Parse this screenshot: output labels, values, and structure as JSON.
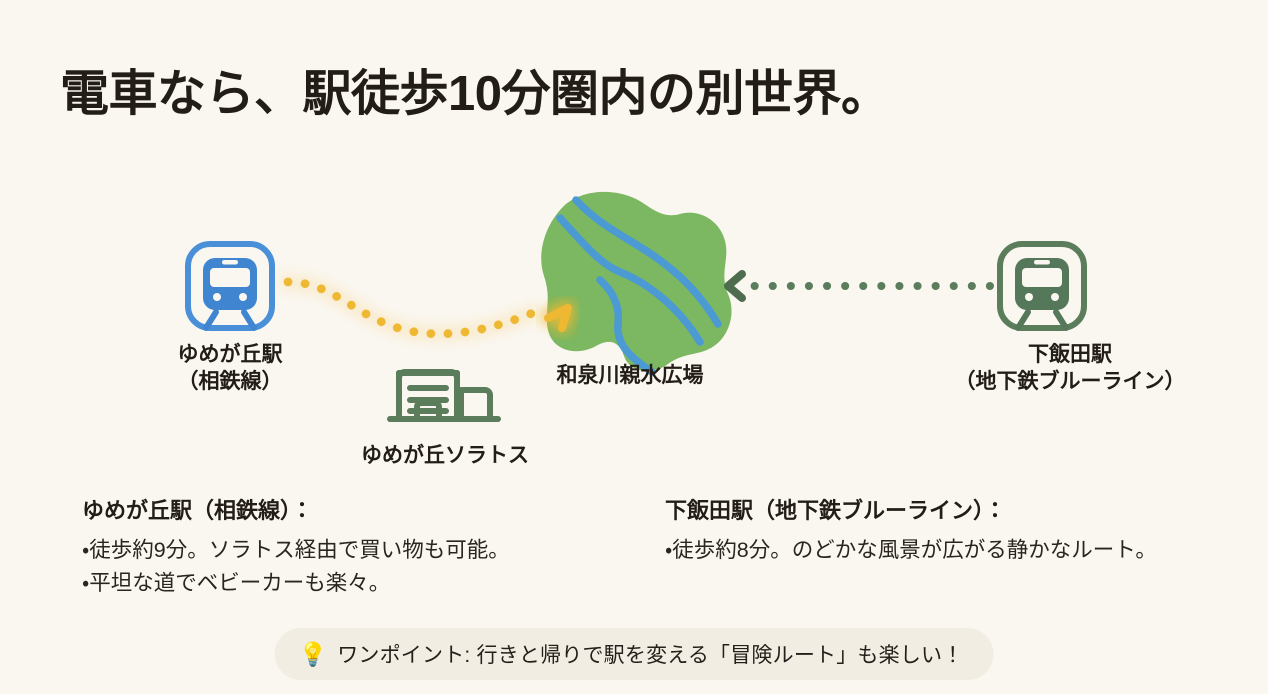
{
  "title": "電車なら、駅徒歩10分圏内の別世界。",
  "colors": {
    "background": "#faf7f1",
    "text": "#231d17",
    "station_blue": "#4a90d9",
    "station_green": "#5b7d5b",
    "park_green": "#7cb761",
    "river_blue": "#4b9ad4",
    "walk_path_yellow": "#f0b429",
    "tip_pill": "#f2ede2"
  },
  "map": {
    "nodes": [
      {
        "id": "yumegaoka-station",
        "icon": "train-station-icon",
        "label_line1": "ゆめが丘駅",
        "label_line2": "（相鉄線）",
        "color": "#4a90d9"
      },
      {
        "id": "soratos",
        "icon": "building-icon",
        "label_line1": "ゆめが丘ソラトス",
        "label_line2": "",
        "color": "#5b7d5b"
      },
      {
        "id": "izumigawa-park",
        "icon": "park-blob-icon",
        "label_line1": "和泉川親水広場",
        "label_line2": "",
        "color": "#7cb761"
      },
      {
        "id": "shimoiida-station",
        "icon": "train-station-icon",
        "label_line1": "下飯田駅",
        "label_line2": "（地下鉄ブルーライン）",
        "color": "#5b7d5b"
      }
    ],
    "paths": [
      {
        "id": "yellow-walk-path",
        "from": "yumegaoka-station",
        "to": "izumigawa-park",
        "style": "dotted",
        "color": "#f0b429",
        "arrow": "up-right-chevron"
      },
      {
        "id": "green-walk-path",
        "from": "shimoiida-station",
        "to": "izumigawa-park",
        "style": "dotted",
        "color": "#5b7d5b",
        "arrow": "left-chevron"
      }
    ]
  },
  "details": {
    "left": {
      "heading": "ゆめが丘駅（相鉄線）：",
      "items": [
        "・徒歩約9分。ソラトス経由で買い物も可能。",
        "・平坦な道でベビーカーも楽々。"
      ]
    },
    "right": {
      "heading": "下飯田駅（地下鉄ブルーライン）：",
      "items": [
        "・徒歩約8分。のどかな風景が広がる静かなルート。"
      ]
    }
  },
  "tip": {
    "icon": "💡",
    "icon_name": "lightbulb-icon",
    "text": "ワンポイント: 行きと帰りで駅を変える「冒険ルート」も楽しい！"
  }
}
